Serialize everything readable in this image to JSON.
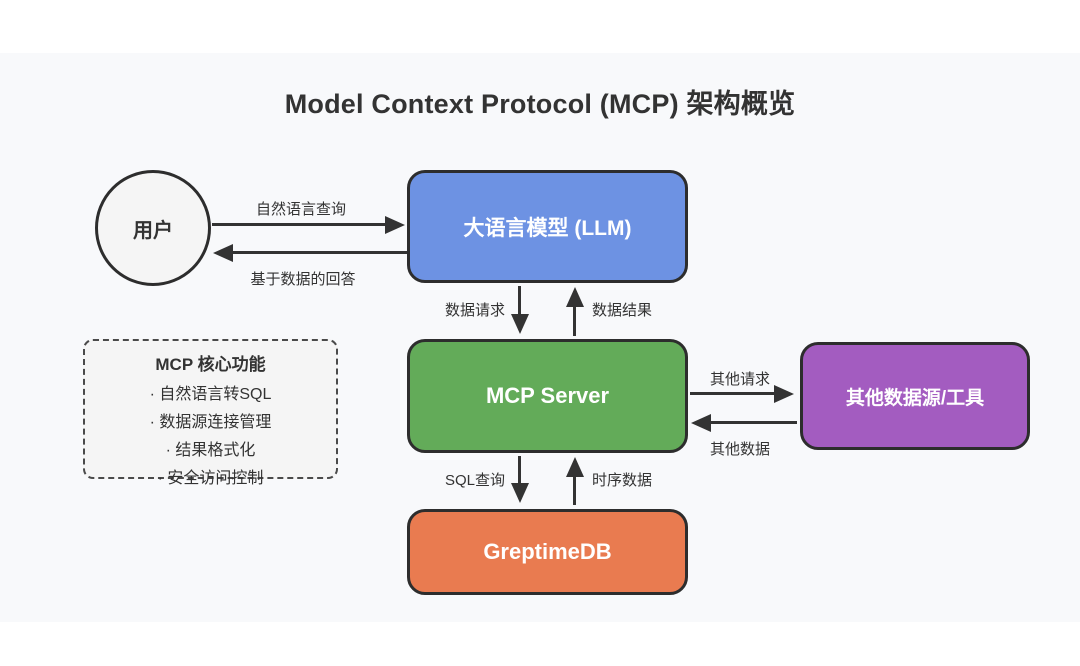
{
  "title": "Model Context Protocol (MCP) 架构概览",
  "colors": {
    "canvas_bg": "#f8f9fb",
    "llm_blue": "#6d92e3",
    "mcp_green": "#63ab59",
    "db_orange": "#e97b50",
    "tools_purple": "#a35cc0",
    "muted_fill": "#f5f5f5",
    "line_dark": "#333333"
  },
  "nodes": {
    "user": {
      "label": "用户"
    },
    "llm": {
      "label": "大语言模型 (LLM)"
    },
    "mcp_server": {
      "label": "MCP Server"
    },
    "greptimedb": {
      "label": "GreptimeDB"
    },
    "other_tools": {
      "label": "其他数据源/工具"
    }
  },
  "core_functions": {
    "title": "MCP 核心功能",
    "items": [
      "· 自然语言转SQL",
      "· 数据源连接管理",
      "· 结果格式化",
      "· 安全访问控制"
    ]
  },
  "edges": {
    "user_to_llm": "自然语言查询",
    "llm_to_user": "基于数据的回答",
    "llm_to_mcp": "数据请求",
    "mcp_to_llm": "数据结果",
    "mcp_to_tools": "其他请求",
    "tools_to_mcp": "其他数据",
    "mcp_to_db": "SQL查询",
    "db_to_mcp": "时序数据"
  }
}
